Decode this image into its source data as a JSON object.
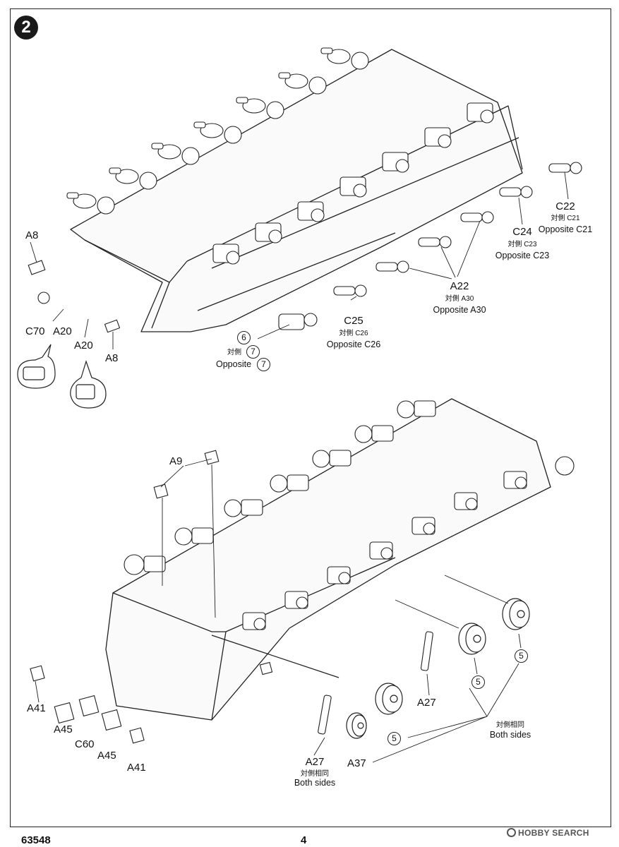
{
  "step_number": "2",
  "model_code": "63548",
  "page_number": "4",
  "watermark": "HOBBY SEARCH",
  "colors": {
    "ink": "#1a1a1a",
    "paper": "#ffffff"
  },
  "callouts": {
    "a8_top": "A8",
    "c70": "C70",
    "a20_left": "A20",
    "a20_bottom": "A20",
    "a8_bottom": "A8",
    "c22": "C22",
    "c22_cjk": "対側 C21",
    "c22_opp": "Opposite C21",
    "c24": "C24",
    "c24_cjk": "対側 C23",
    "c24_opp": "Opposite C23",
    "a22": "A22",
    "a22_cjk": "対側 A30",
    "a22_opp": "Opposite A30",
    "c25": "C25",
    "c25_cjk": "対側 C26",
    "c25_opp": "Opposite C26",
    "six": "6",
    "seven_cjk": "対側",
    "seven_a": "7",
    "seven_opp": "Opposite",
    "seven_b": "7",
    "a9": "A9",
    "a41_left": "A41",
    "a45_top": "A45",
    "c60": "C60",
    "a45_bottom": "A45",
    "a41_bottom": "A41",
    "a27_right": "A27",
    "a27_bottom": "A27",
    "a27_cjk": "対側相同",
    "a27_both": "Both sides",
    "a37": "A37",
    "five_a": "5",
    "five_b": "5",
    "five_c": "5",
    "both_cjk": "対側相同",
    "both_sides": "Both sides"
  }
}
